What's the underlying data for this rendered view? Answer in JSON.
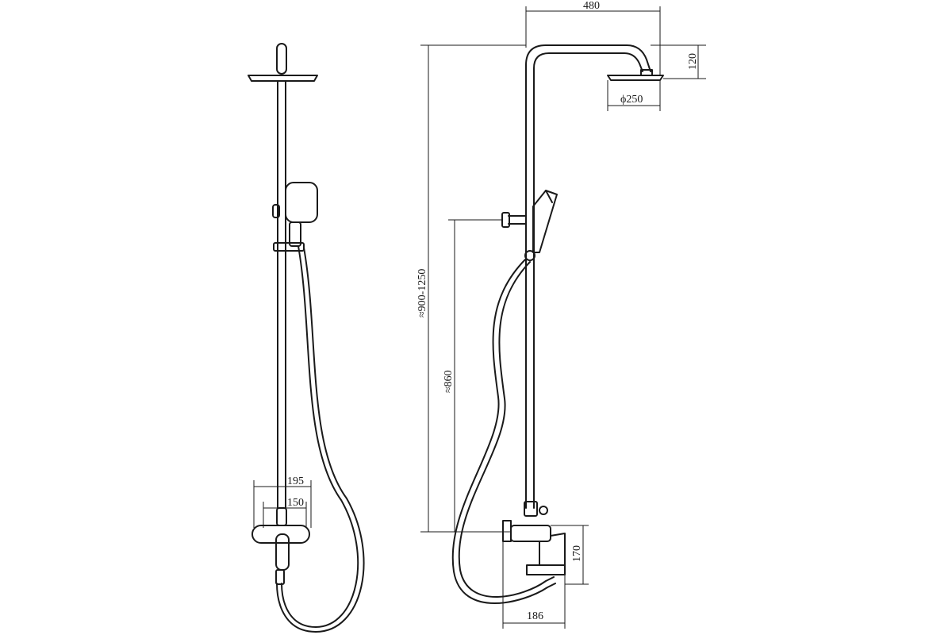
{
  "dimensions": {
    "front_width_outer": "195",
    "front_width_inner": "150",
    "arm_reach": "480",
    "head_drop": "120",
    "head_diameter": "ϕ250",
    "total_height": "≈900-1250",
    "holder_height": "≈860",
    "mixer_height": "170",
    "spout_projection": "186"
  }
}
